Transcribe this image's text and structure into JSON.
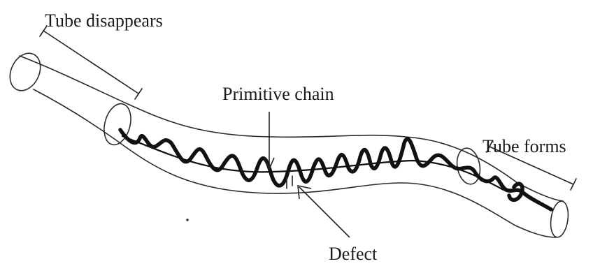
{
  "labels": {
    "tube_disappears": "Tube disappears",
    "primitive_chain": "Primitive chain",
    "tube_forms": "Tube forms",
    "defect": "Defect"
  }
}
